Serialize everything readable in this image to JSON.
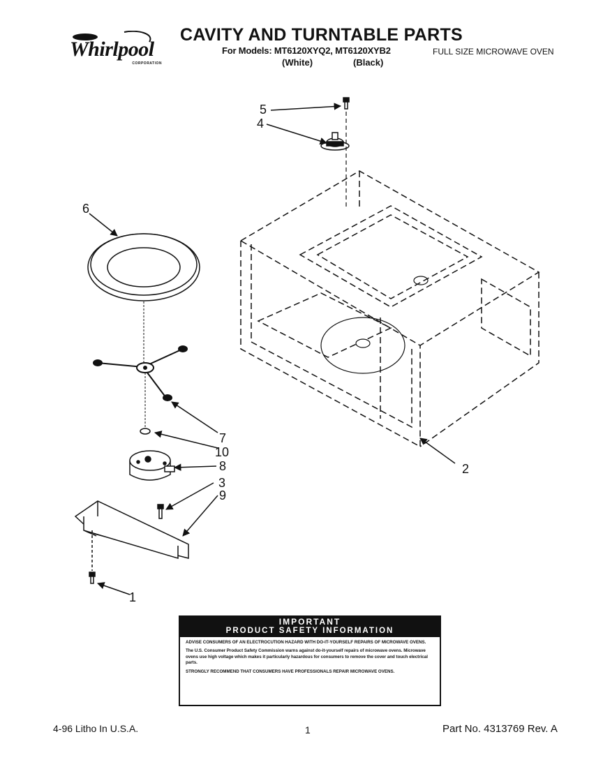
{
  "header": {
    "logo_text": "Whirlpool",
    "logo_subtext": "CORPORATION",
    "title": "CAVITY AND TURNTABLE PARTS",
    "models_line": "For Models: MT6120XYQ2, MT6120XYB2",
    "variant_white": "(White)",
    "variant_black": "(Black)",
    "oven_type": "FULL SIZE MICROWAVE OVEN"
  },
  "callouts": [
    "1",
    "2",
    "3",
    "4",
    "5",
    "6",
    "7",
    "8",
    "9",
    "10"
  ],
  "safety": {
    "heading_line1": "IMPORTANT",
    "heading_line2": "PRODUCT SAFETY INFORMATION",
    "para1": "ADVISE CONSUMERS OF AN ELECTROCUTION HAZARD WITH DO-IT-YOURSELF REPAIRS OF MICROWAVE OVENS.",
    "para2": "The U.S. Consumer Product Safety Commission warns against do-it-yourself repairs of microwave ovens. Microwave ovens use high voltage which makes it particularly hazardous for consumers to remove the cover and touch electrical parts.",
    "para3": "STRONGLY RECOMMEND THAT CONSUMERS HAVE PROFESSIONALS REPAIR MICROWAVE OVENS."
  },
  "footer": {
    "litho": "4-96 Litho In U.S.A.",
    "page": "1",
    "part_no": "Part No. 4313769 Rev. A"
  }
}
